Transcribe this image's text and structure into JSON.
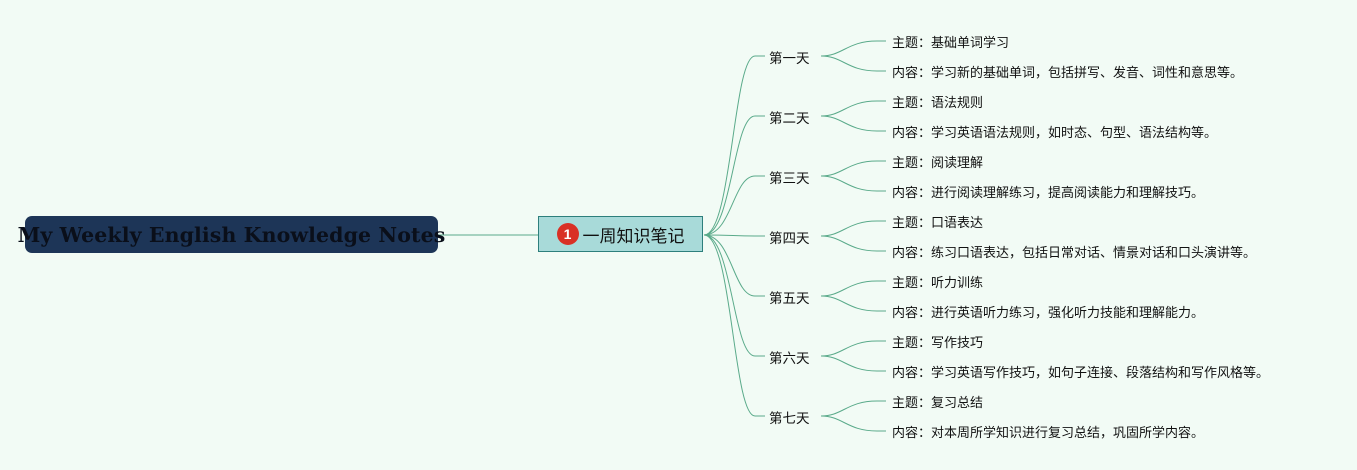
{
  "root": {
    "title": "My Weekly English Knowledge Notes"
  },
  "center": {
    "badge": "1",
    "label": "一周知识笔记"
  },
  "colors": {
    "background": "#f2fbf5",
    "root_fill": "#1d3557",
    "center_fill": "#a8dad9",
    "center_border": "#2d7f7c",
    "badge": "#d93025",
    "edge": "#5aaa8a"
  },
  "days": [
    {
      "label": "第一天",
      "topic": "主题：基础单词学习",
      "content": "内容：学习新的基础单词，包括拼写、发音、词性和意思等。"
    },
    {
      "label": "第二天",
      "topic": "主题：语法规则",
      "content": "内容：学习英语语法规则，如时态、句型、语法结构等。"
    },
    {
      "label": "第三天",
      "topic": "主题：阅读理解",
      "content": "内容：进行阅读理解练习，提高阅读能力和理解技巧。"
    },
    {
      "label": "第四天",
      "topic": "主题：口语表达",
      "content": "内容：练习口语表达，包括日常对话、情景对话和口头演讲等。"
    },
    {
      "label": "第五天",
      "topic": "主题：听力训练",
      "content": "内容：进行英语听力练习，强化听力技能和理解能力。"
    },
    {
      "label": "第六天",
      "topic": "主题：写作技巧",
      "content": "内容：学习英语写作技巧，如句子连接、段落结构和写作风格等。"
    },
    {
      "label": "第七天",
      "topic": "主题：复习总结",
      "content": "内容：对本周所学知识进行复习总结，巩固所学内容。"
    }
  ]
}
